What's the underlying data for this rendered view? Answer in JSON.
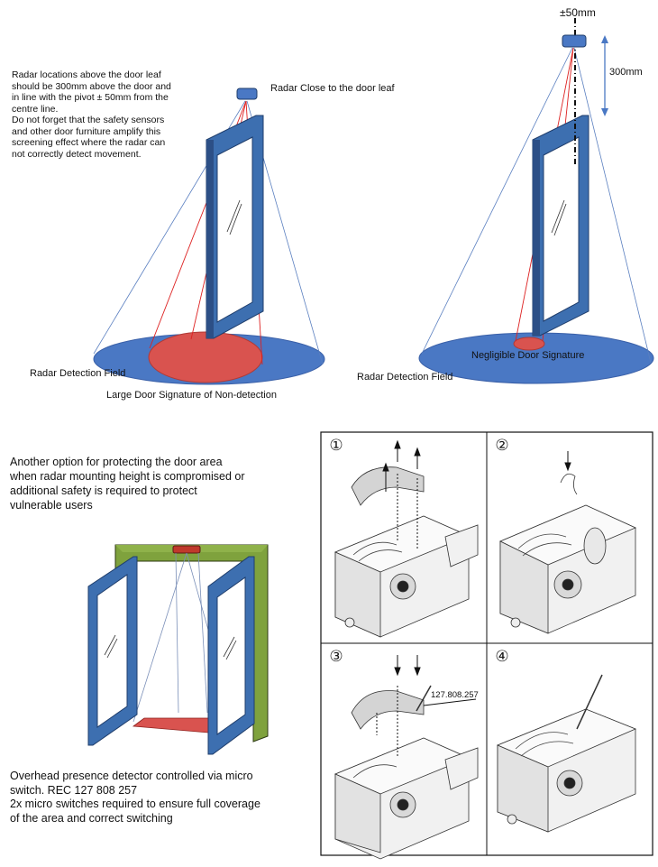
{
  "top_left": {
    "note_lines": [
      "Radar locations above the door leaf",
      "should be 300mm above the door and",
      "in line with the pivot ± 50mm from the",
      "centre line.",
      "Do not forget that the safety sensors",
      "and other door furniture amplify this",
      "screening effect where the radar can",
      "not correctly detect movement."
    ],
    "radar_label": "Radar Close to the door leaf",
    "field_label": "Radar Detection Field",
    "signature_label": "Large Door Signature of Non-detection"
  },
  "top_right": {
    "tolerance_label": "±50mm",
    "height_label": "300mm",
    "signature_label": "Negligible Door Signature",
    "field_label": "Radar Detection Field"
  },
  "bottom_left": {
    "option_lines": [
      "Another option for protecting the door area",
      "when radar mounting height is compromised or",
      "additional safety is required to protect",
      "vulnerable users"
    ],
    "overhead_lines": [
      "Overhead presence detector controlled via micro",
      "switch. REC 127 808 257",
      "2x micro switches required to ensure full coverage",
      "of the area and correct switching"
    ]
  },
  "panels": {
    "steps": [
      "①",
      "②",
      "③",
      "④"
    ],
    "part_label": "127.808.257"
  },
  "colors": {
    "door_blue": "#3d6fb0",
    "door_dark": "#2c4f86",
    "field_blue": "#4a78c4",
    "signature_red": "#d9534f",
    "frame_green": "#7fa23d"
  }
}
